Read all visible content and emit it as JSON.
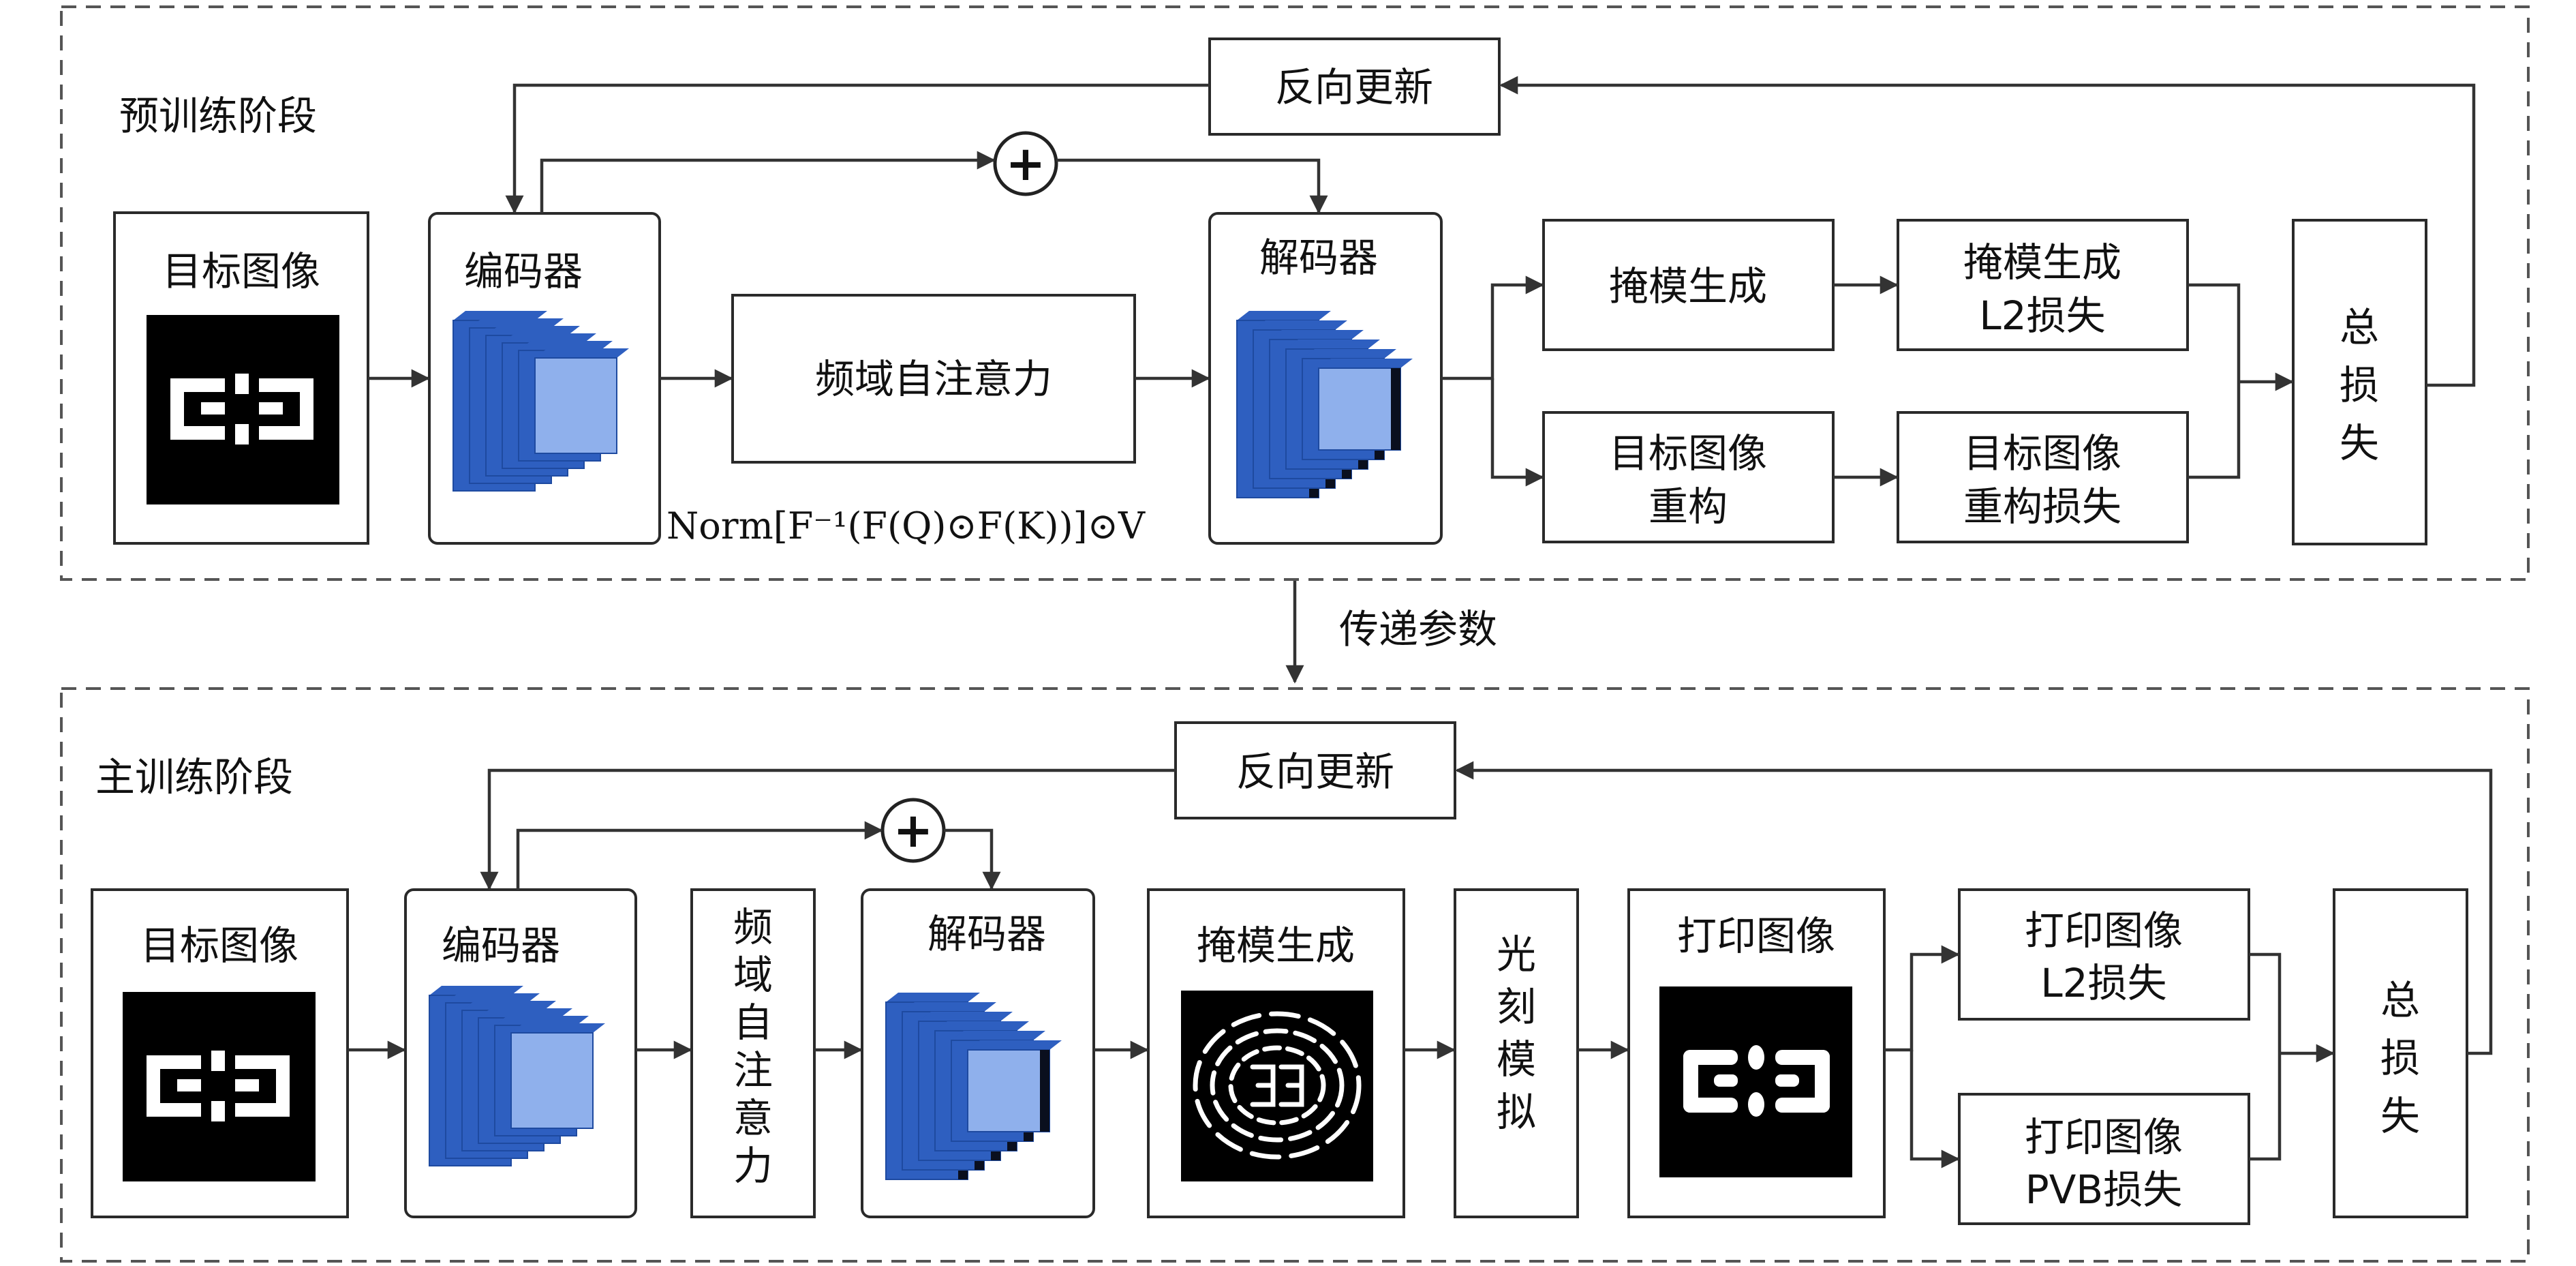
{
  "stage_transfer_label": "传递参数",
  "pretrain": {
    "title": "预训练阶段",
    "backprop": "反向更新",
    "target_image": "目标图像",
    "encoder": "编码器",
    "attention": "频域自注意力",
    "formula": "Norm[F⁻¹(F(Q)⊙F(K))]⊙V",
    "decoder": "解码器",
    "mask_gen": "掩模生成",
    "mask_l2_line1": "掩模生成",
    "mask_l2_line2": "L2损失",
    "recon_line1": "目标图像",
    "recon_line2": "重构",
    "recon_loss_line1": "目标图像",
    "recon_loss_line2": "重构损失",
    "total_loss": [
      "总",
      "损",
      "失"
    ]
  },
  "main": {
    "title": "主训练阶段",
    "backprop": "反向更新",
    "target_image": "目标图像",
    "encoder": "编码器",
    "attention_vertical": [
      "频",
      "域",
      "自",
      "注",
      "意",
      "力"
    ],
    "decoder": "解码器",
    "mask_gen": "掩模生成",
    "litho_vertical": [
      "光",
      "刻",
      "模",
      "拟"
    ],
    "print_image": "打印图像",
    "print_l2_line1": "打印图像",
    "print_l2_line2": "L2损失",
    "print_pvb_line1": "打印图像",
    "print_pvb_line2": "PVB损失",
    "total_loss": [
      "总",
      "损",
      "失"
    ]
  },
  "plus_symbol": "+",
  "colors": {
    "layer_front": "#8fb0ec",
    "layer_side": "#2e5fc0",
    "layer_dark": "#0a0f1e"
  }
}
